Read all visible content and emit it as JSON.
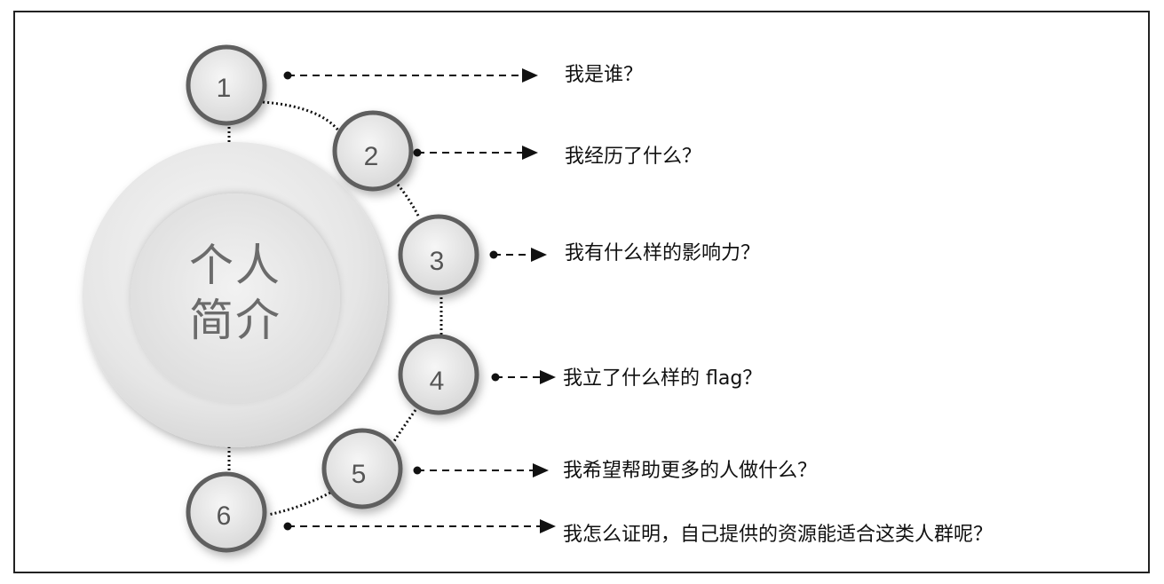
{
  "center": {
    "line1": "个人",
    "line2": "简介"
  },
  "items": [
    {
      "number": "1",
      "question": "我是谁？"
    },
    {
      "number": "2",
      "question": "我经历了什么？"
    },
    {
      "number": "3",
      "question": "我有什么样的影响力？"
    },
    {
      "number": "4",
      "question": "我立了什么样的 flag？"
    },
    {
      "number": "5",
      "question": "我希望帮助更多的人做什么？"
    },
    {
      "number": "6",
      "question": "我怎么证明，自己提供的资源能适合这类人群呢？"
    }
  ],
  "colors": {
    "ring": "#5e5e5e",
    "circle_fill": "#e9e9e9",
    "text": "#111111",
    "center_text": "#6b6b6b"
  }
}
